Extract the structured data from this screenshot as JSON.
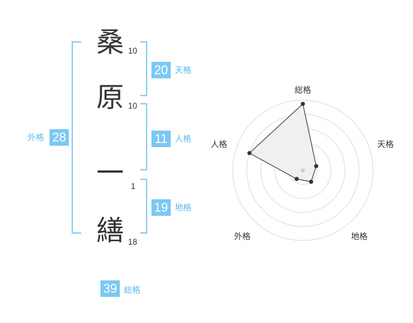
{
  "name": {
    "chars": [
      {
        "char": "桑",
        "strokes": "10"
      },
      {
        "char": "原",
        "strokes": "10"
      },
      {
        "char": "一",
        "strokes": "1"
      },
      {
        "char": "繕",
        "strokes": "18"
      }
    ]
  },
  "scores": {
    "tenkaku": {
      "value": "20",
      "label": "天格"
    },
    "jinkaku": {
      "value": "11",
      "label": "人格"
    },
    "chikaku": {
      "value": "19",
      "label": "地格"
    },
    "gaikaku": {
      "value": "28",
      "label": "外格"
    },
    "soukaku": {
      "value": "39",
      "label": "総格"
    }
  },
  "chart_data": {
    "type": "radar",
    "axes": [
      "総格",
      "天格",
      "地格",
      "外格",
      "人格"
    ],
    "values": [
      0.95,
      0.2,
      0.2,
      0.15,
      0.8
    ],
    "rings": 5
  },
  "colors": {
    "accent": "#7cc8f4",
    "bracket": "#8ecff5",
    "label": "#5fb8ee"
  }
}
